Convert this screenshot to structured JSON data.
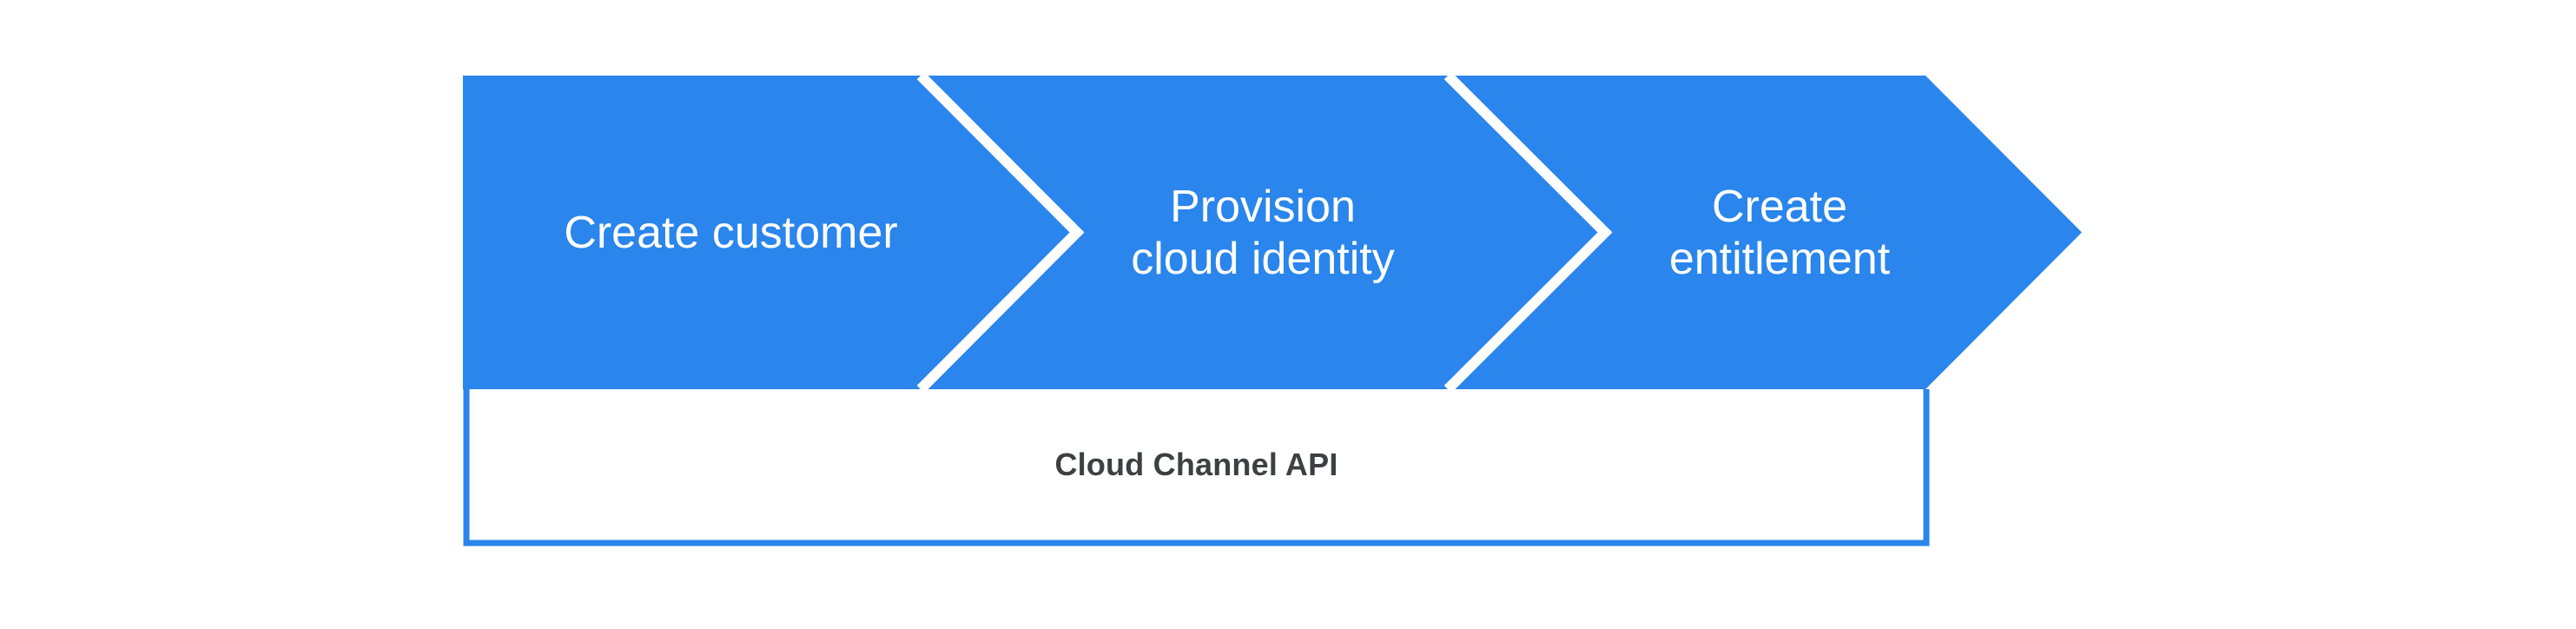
{
  "diagram": {
    "background_color": "#ffffff",
    "arrow_color": "#2a85ec",
    "separator_color": "#ffffff",
    "steps": [
      {
        "label": "Create customer",
        "lines": [
          "Create customer"
        ]
      },
      {
        "label": "Provision cloud identity",
        "lines": [
          "Provision",
          "cloud identity"
        ]
      },
      {
        "label": "Create entitlement",
        "lines": [
          "Create",
          "entitlement"
        ]
      }
    ],
    "api_bar": {
      "label": "Cloud Channel API",
      "border_color": "#2a85ec",
      "fill_color": "#ffffff",
      "text_color": "#3c4043"
    }
  }
}
